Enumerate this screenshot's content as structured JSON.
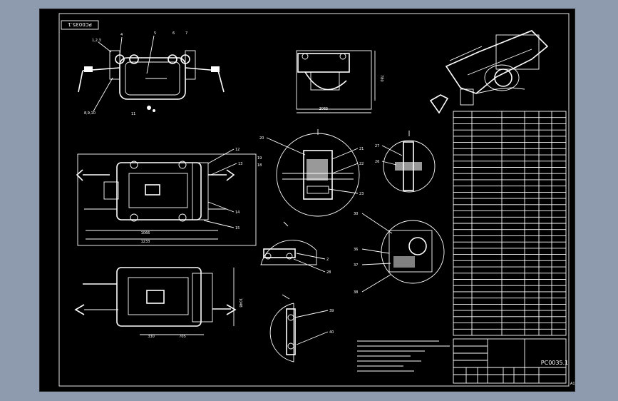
{
  "drawing": {
    "drawing_number_box": "PC0035.1",
    "title_block_name": "PC0035.1",
    "sheet_mark": "A1",
    "part_labels": {
      "top_view": [
        "1,2,3",
        "4",
        "5",
        "6",
        "7",
        "8,9,10",
        "11"
      ],
      "front_view": [
        "12",
        "13",
        "14",
        "15"
      ],
      "detail_a": [
        "20",
        "21",
        "22",
        "23",
        "19",
        "18"
      ],
      "detail_b": [
        "27",
        "26"
      ],
      "detail_c": [
        "2",
        "28"
      ],
      "detail_d": [
        "30",
        "36",
        "37",
        "38"
      ],
      "detail_e": [
        "39",
        "40"
      ]
    },
    "dimensions": {
      "front_width_a": "1066",
      "front_width_b": "1233",
      "side_height": "780",
      "side_width": "2065",
      "bottom_a": "330",
      "bottom_b": "705",
      "bottom_height": "1048"
    },
    "bom_rows": 36
  }
}
